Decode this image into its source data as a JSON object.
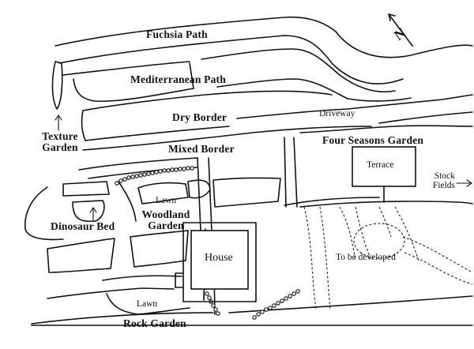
{
  "map": {
    "paths": {
      "fuchsia": "Fuchsia Path",
      "mediterranean": "Mediterranean Path",
      "driveway": "Driveway"
    },
    "areas": {
      "dry_border": "Dry Border",
      "texture_garden": [
        "Texture",
        "Garden"
      ],
      "mixed_border": "Mixed Border",
      "four_seasons": "Four Seasons Garden",
      "terrace": "Terrace",
      "stock_fields": [
        "Stock",
        "Fields"
      ],
      "lawn_upper": "Lawn",
      "lawn_lower": "Lawn",
      "dinosaur_bed": "Dinosaur Bed",
      "woodland_garden": [
        "Woodland",
        "Garden"
      ],
      "house": "House",
      "to_be_developed": "To be developed",
      "rock_garden": "Rock Garden"
    },
    "compass": "N"
  }
}
